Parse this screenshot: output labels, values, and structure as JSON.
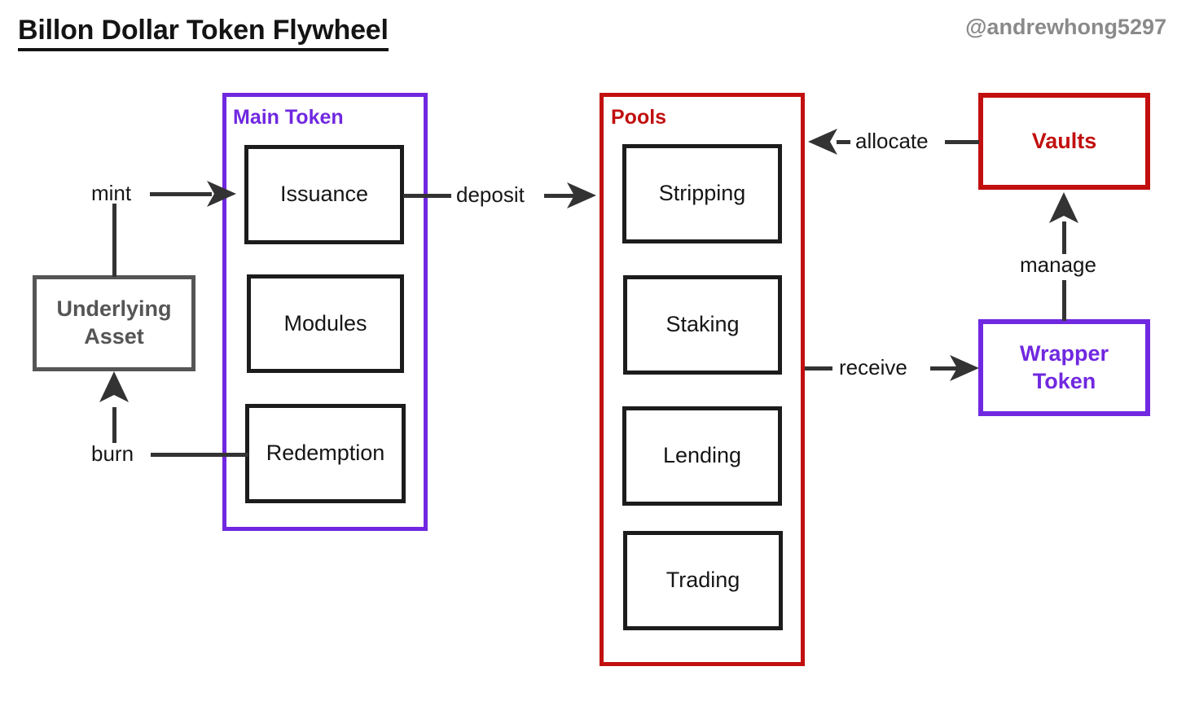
{
  "header": {
    "title": "Billon Dollar Token Flywheel",
    "handle": "@andrewhong5297"
  },
  "colors": {
    "purple": "#7028e0",
    "red": "#c20f0f",
    "gray": "#555555",
    "black": "#1c1c1c",
    "connector": "#333333",
    "handle_gray": "#8a8a8a",
    "background": "#ffffff"
  },
  "groups": {
    "main_token": {
      "label": "Main Token",
      "color": "#7028e0",
      "nodes": [
        {
          "label": "Issuance"
        },
        {
          "label": "Modules"
        },
        {
          "label": "Redemption"
        }
      ]
    },
    "pools": {
      "label": "Pools",
      "color": "#c20f0f",
      "nodes": [
        {
          "label": "Stripping"
        },
        {
          "label": "Staking"
        },
        {
          "label": "Lending"
        },
        {
          "label": "Trading"
        }
      ]
    }
  },
  "nodes": {
    "underlying_asset": {
      "label": "Underlying\nAsset",
      "line1": "Underlying",
      "line2": "Asset",
      "color": "#555555"
    },
    "vaults": {
      "label": "Vaults",
      "color": "#c20f0f"
    },
    "wrapper_token": {
      "label": "Wrapper\nToken",
      "line1": "Wrapper",
      "line2": "Token",
      "color": "#7028e0"
    }
  },
  "edges": [
    {
      "label": "mint",
      "from": "underlying-asset",
      "to": "issuance",
      "direction": "right"
    },
    {
      "label": "burn",
      "from": "redemption",
      "to": "underlying-asset",
      "direction": "up"
    },
    {
      "label": "deposit",
      "from": "issuance",
      "to": "pools",
      "direction": "right"
    },
    {
      "label": "allocate",
      "from": "vaults",
      "to": "pools",
      "direction": "left"
    },
    {
      "label": "receive",
      "from": "pools",
      "to": "wrapper-token",
      "direction": "right"
    },
    {
      "label": "manage",
      "from": "wrapper-token",
      "to": "vaults",
      "direction": "up"
    }
  ]
}
